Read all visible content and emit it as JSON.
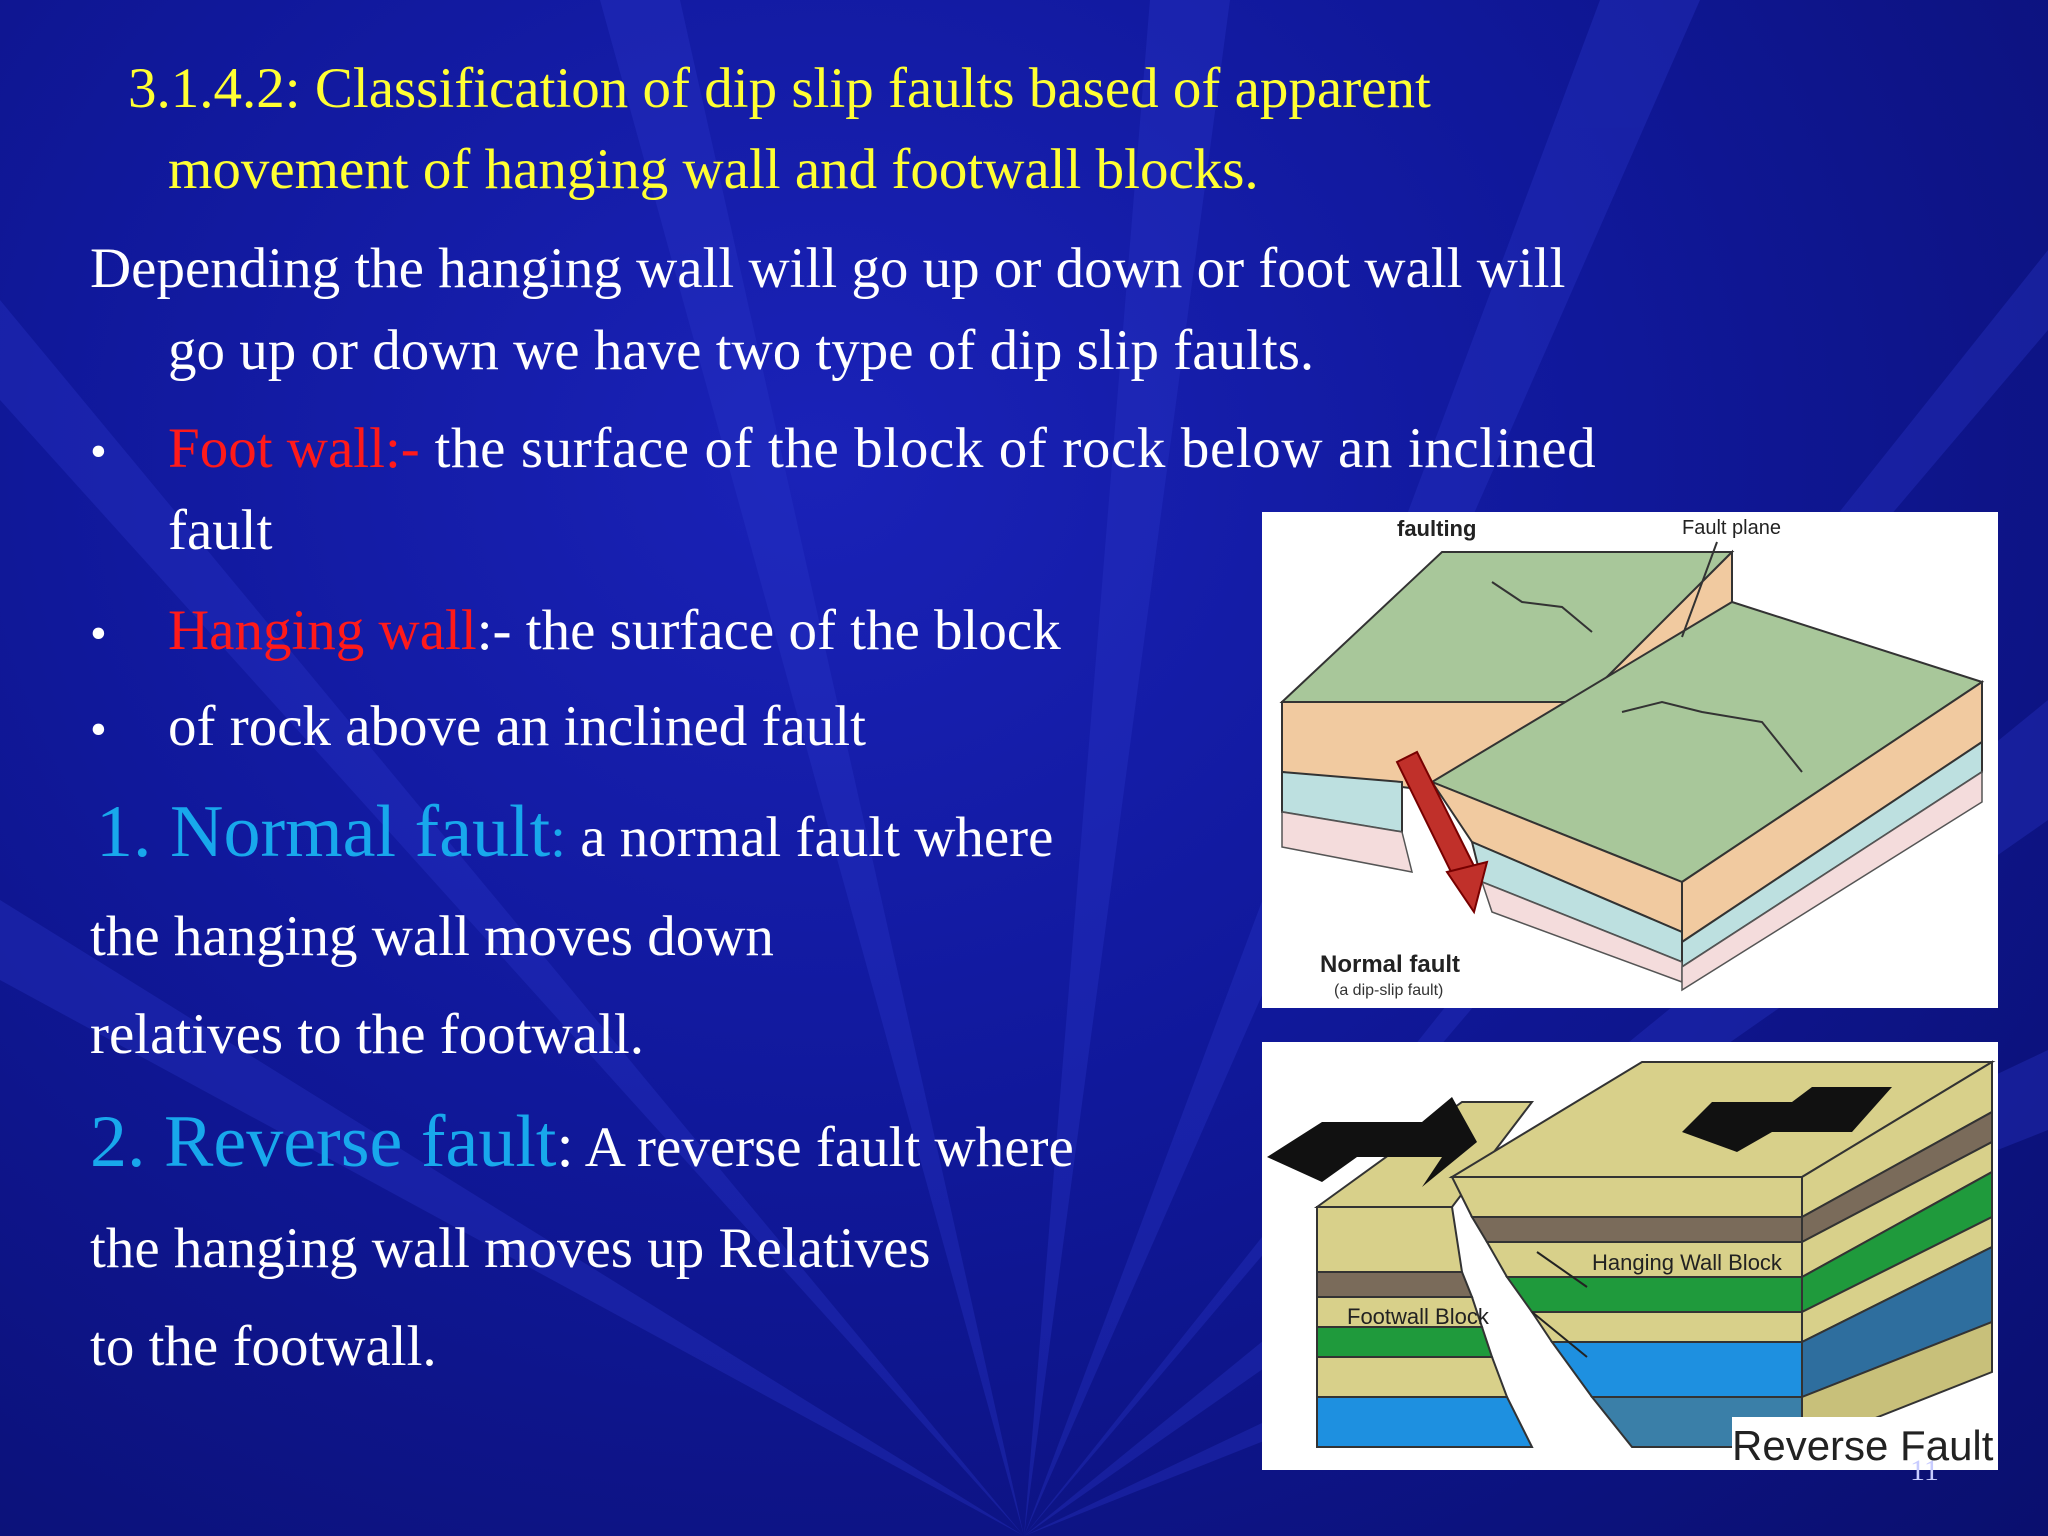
{
  "heading": {
    "line1": "3.1.4.2: Classification of dip slip faults based of apparent",
    "line2": "movement of hanging wall and footwall blocks."
  },
  "intro": {
    "line1": "Depending the hanging wall will go up or down or foot wall will",
    "line2": "go up or down we have two type of dip slip faults."
  },
  "bullets": [
    {
      "term": "Foot wall",
      "sep": ":-",
      "text": " the surface of the block of rock below an inclined",
      "text2": "fault"
    },
    {
      "term": "Hanging wall",
      "sep": ":-",
      "text": " the surface of the block"
    },
    {
      "text": "of rock above an inclined fault"
    }
  ],
  "normal": {
    "title": "1. Normal fault",
    "colon": ":",
    "line1": " a normal fault where",
    "line2": "the hanging wall moves down",
    "line3": "relatives to the footwall."
  },
  "reverse": {
    "title": "2. Reverse fault",
    "colon": ":",
    "line1": " A reverse fault where",
    "line2": "the hanging wall moves up Relatives",
    "line3": "to the footwall."
  },
  "figure_normal": {
    "label_top": "faulting",
    "label_plane": "Fault plane",
    "label_name": "Normal fault",
    "label_sub": "(a dip-slip fault)"
  },
  "figure_reverse": {
    "label_hanging": "Hanging Wall Block",
    "label_footwall": "Footwall Block",
    "label_name": "Reverse Fault"
  },
  "page_number": "11",
  "colors": {
    "background": "#10189a",
    "heading": "#ffff33",
    "term": "#ff1a1a",
    "fault_title": "#18a8ec",
    "body": "#ffffff"
  }
}
